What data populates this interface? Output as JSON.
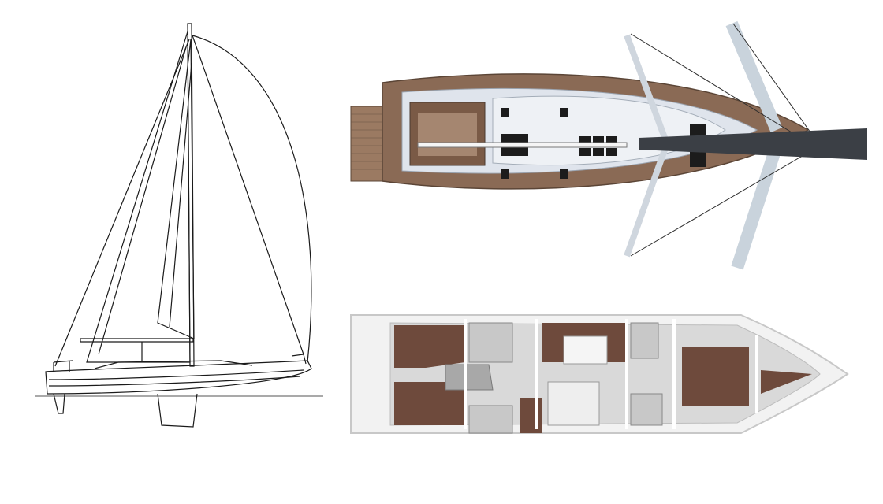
{
  "figure": {
    "views": [
      {
        "id": "sail-plan",
        "kind": "side-profile-line-drawing"
      },
      {
        "id": "deck-plan",
        "kind": "top-view-deck-render"
      },
      {
        "id": "layout-plan",
        "kind": "interior-cabin-layout"
      }
    ]
  },
  "colors": {
    "background": "#ffffff",
    "line": "#1a1a1a",
    "teak": "#8a6a55",
    "deck": "#dfe4ec",
    "mast": "#3b3f45",
    "cushion": "#6e4a3c",
    "interior_floor": "#d9d9d9",
    "hull_wall": "#f2f2f2"
  }
}
